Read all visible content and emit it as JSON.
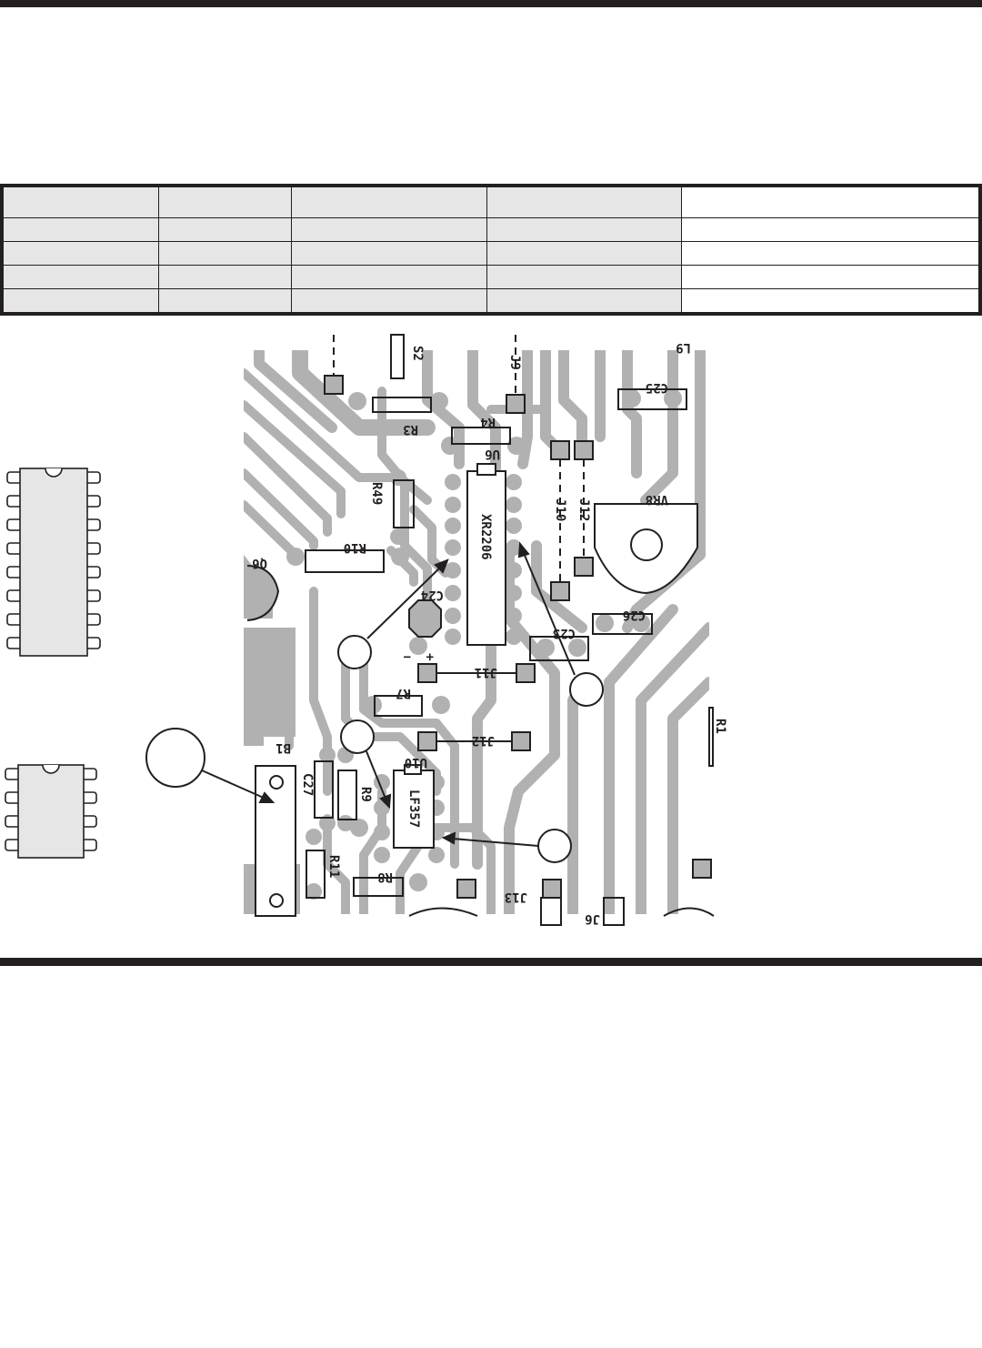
{
  "colors": {
    "ink": "#231f20",
    "trace": "#b1b1b1",
    "chip": "#e6e6e6",
    "paper": "#ffffff"
  },
  "table": {
    "rows": 5,
    "cols": 5
  },
  "board_labels": {
    "s2": "S2",
    "r3": "R3",
    "r4": "R4",
    "j9": "J9",
    "l9": "L9",
    "c25": "C25",
    "u6": "U6",
    "r49": "R49",
    "r10": "R10",
    "q": "Q6",
    "chip_u6": "XR2206",
    "j10": "J10",
    "j12": "J12",
    "vr8": "VR8",
    "c24": "C24",
    "c26": "C26",
    "c23": "C23",
    "plus": "+",
    "minus": "−",
    "j11": "J11",
    "r7": "R7",
    "j12b": "J12",
    "r1": "R1",
    "b1": "B1",
    "u10": "U10",
    "c27": "C27",
    "r9": "R9",
    "chip_u10": "LF357",
    "r11": "R11",
    "r8": "R8",
    "j13": "J13",
    "j6": "J6"
  }
}
